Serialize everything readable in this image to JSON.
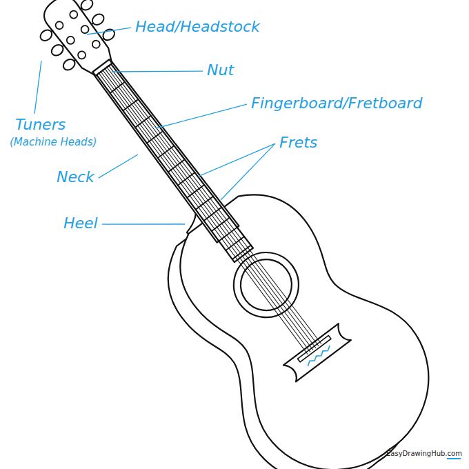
{
  "diagram": {
    "labels": [
      "Head/Headstock",
      "Nut",
      "Fingerboard/Fretboard",
      "Tuners",
      "(Machine Heads)",
      "Neck",
      "Frets",
      "Heel",
      "EasyDrawingHub.com"
    ]
  }
}
